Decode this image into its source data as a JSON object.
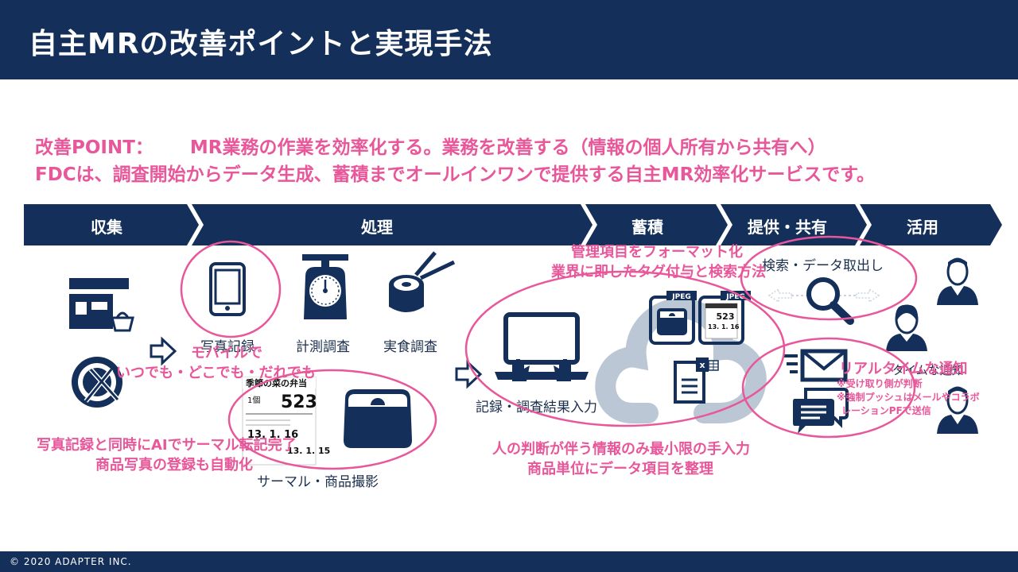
{
  "title": "自主MRの改善ポイントと実現手法",
  "point_line1_label": "改善POINT：",
  "point_line1_text": "MR業務の作業を効率化する。業務を改善する（情報の個人所有から共有へ）",
  "point_line2": "FDCは、調査開始からデータ生成、蓄積までオールインワンで提供する自主MR効率化サービスです。",
  "stages": [
    "収集",
    "処理",
    "蓄積",
    "提供・共有",
    "活用"
  ],
  "labels": {
    "photo": "写真記録",
    "measure": "計測調査",
    "tasting": "実食調査",
    "thermal": "サーマル・商品撮影",
    "record_input": "記録・調査結果入力",
    "search": "検索・データ取出し",
    "notify_bg": "タイムな通知",
    "jpeg1": "JPEG",
    "jpeg2": "JPEG",
    "excel": "x"
  },
  "receipt": {
    "name": "季節の菜の弁当",
    "qty": "1個",
    "price": "523",
    "date1": "13. 1. 16",
    "date2": "13. 1. 15",
    "mini_price": "523",
    "mini_date": "13. 1. 16"
  },
  "annotations": {
    "mobile": "モバイルで",
    "anytime": "いつでも・どこでも・だれでも",
    "ai_line1": "写真記録と同時にAIでサーマル転記完了",
    "ai_line2": "商品写真の登録も自動化",
    "manage_line1": "管理項目をフォーマット化",
    "manage_line2": "業界に即したタグ付与と検索方法",
    "judge_line1": "人の判断が伴う情報のみ最小限の手入力",
    "judge_line2": "商品単位にデータ項目を整理",
    "realtime": "リアルタイムな通知",
    "note1": "※受け取り側が判断",
    "note2": "※強制プッシュはメールやコラボ",
    "note3": "レーションPFで送信"
  },
  "copyright": "© 2020  ADAPTER INC.",
  "colors": {
    "navy": "#14305a",
    "pink": "#e8579a",
    "cloud": "#bcc7d6"
  }
}
